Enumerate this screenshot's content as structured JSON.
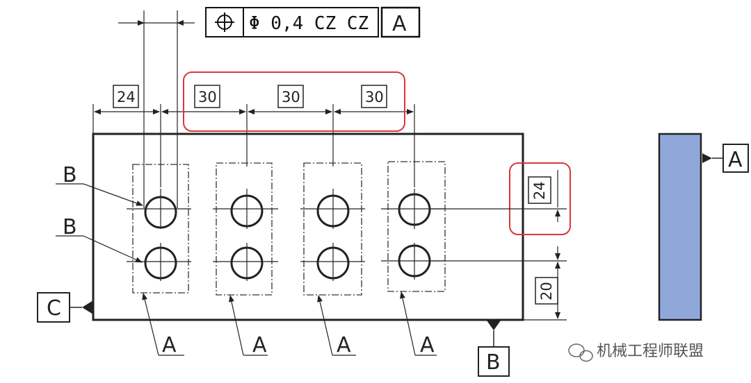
{
  "frame": {
    "symbol": "position",
    "tolerance": "Φ 0,4 CZ CZ",
    "datum": "A"
  },
  "dimensions": {
    "edge_to_first": "24",
    "pitch_1": "30",
    "pitch_2": "30",
    "pitch_3": "30",
    "row_spacing": "24",
    "bottom_to_row": "20"
  },
  "labels": {
    "hole_b_top": "B",
    "hole_b_bottom": "B",
    "zone_a_1": "A",
    "zone_a_2": "A",
    "zone_a_3": "A",
    "zone_a_4": "A",
    "datum_c": "C",
    "datum_b": "B",
    "side_view_datum": "A"
  },
  "watermark": {
    "text": "机械工程师联盟"
  },
  "colors": {
    "highlight": "#d9363e",
    "side_view_fill": "#8fa8d9",
    "line": "#222222"
  }
}
